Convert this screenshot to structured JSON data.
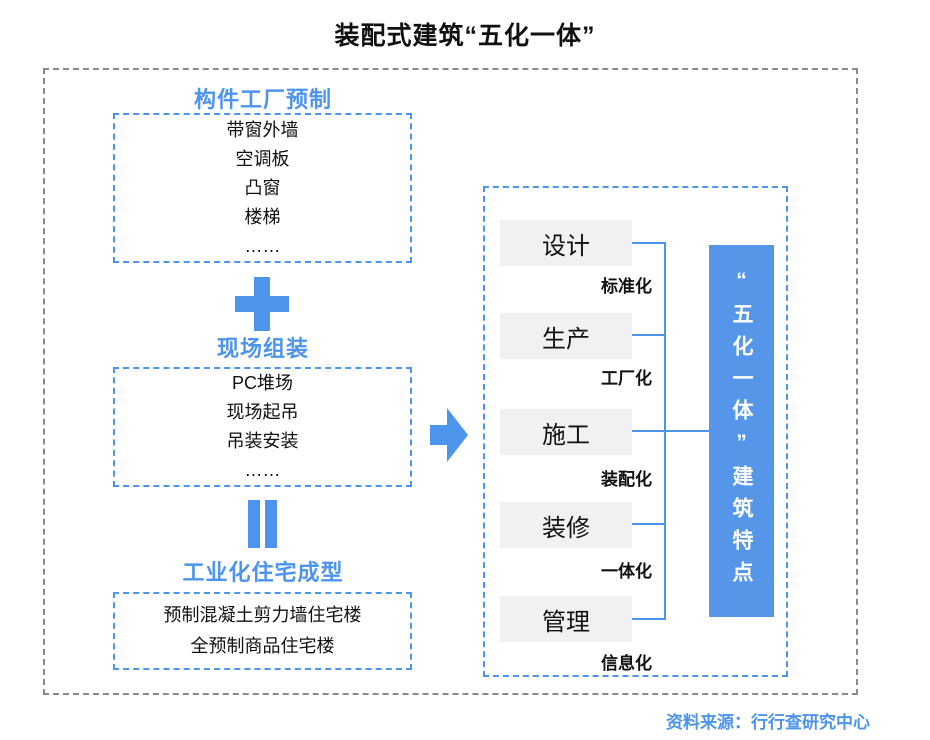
{
  "title": "装配式建筑“五化一体”",
  "colors": {
    "accent_blue": "#4d94ec",
    "blue_panel_bg": "#5596e8",
    "outer_border_gray": "#8a8a8a",
    "stage_box_bg": "#f1f1f1"
  },
  "left": {
    "sections": [
      {
        "heading": "构件工厂预制",
        "items": [
          "带窗外墙",
          "空调板",
          "凸窗",
          "楼梯",
          "……"
        ]
      },
      {
        "heading": "现场组装",
        "items": [
          "PC堆场",
          "现场起吊",
          "吊装安装",
          "……"
        ]
      },
      {
        "heading": "工业化住宅成型",
        "items": [
          "预制混凝土剪力墙住宅楼",
          "全预制商品住宅楼"
        ]
      }
    ],
    "operators": [
      "plus-icon",
      "equals-icon"
    ]
  },
  "right": {
    "stages": [
      {
        "label": "设计",
        "tag": "标准化"
      },
      {
        "label": "生产",
        "tag": "工厂化"
      },
      {
        "label": "施工",
        "tag": "装配化"
      },
      {
        "label": "装修",
        "tag": "一体化"
      },
      {
        "label": "管理",
        "tag": "信息化"
      }
    ],
    "blue_box_text": "“五化一体”建筑特点"
  },
  "source": "资料来源：行行查研究中心"
}
